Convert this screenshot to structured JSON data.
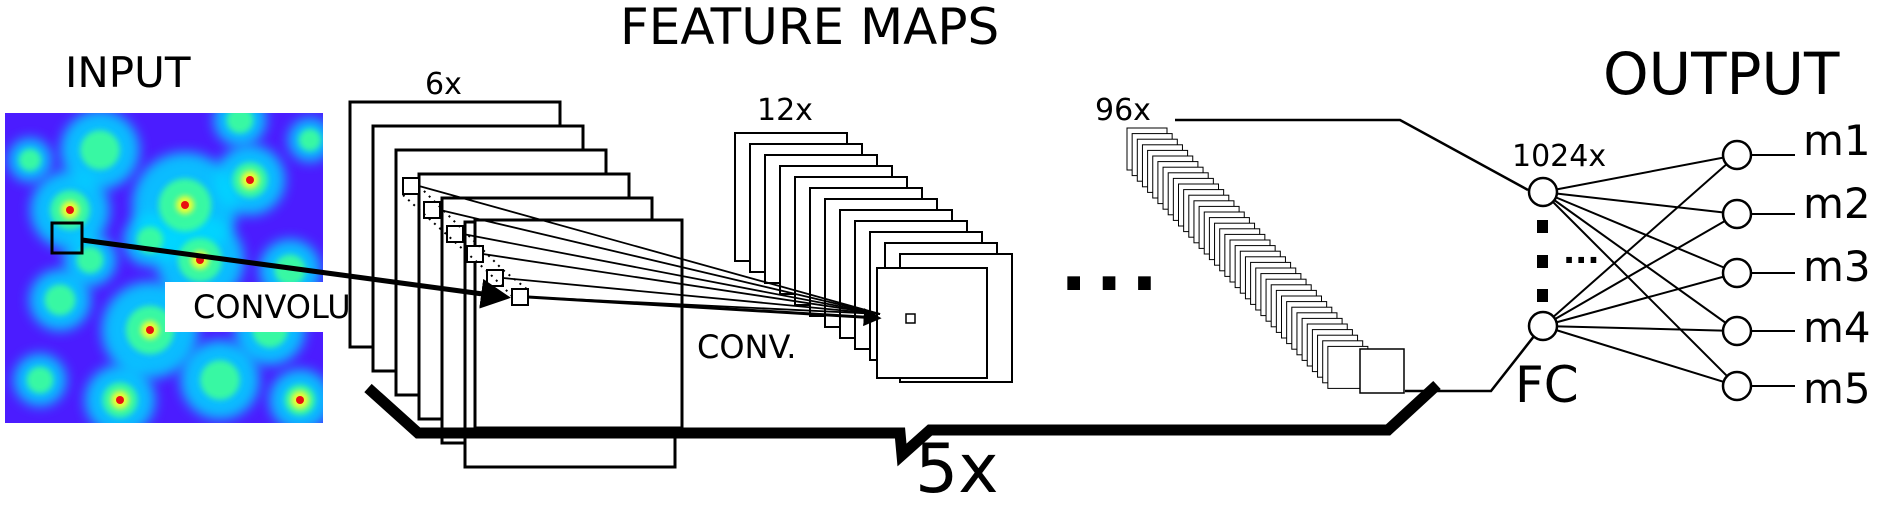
{
  "labels": {
    "input": "INPUT",
    "feature_maps": "FEATURE MAPS",
    "output": "OUTPUT",
    "convolution": "CONVOLUTION",
    "conv": "CONV.",
    "count_6": "6x",
    "count_12": "12x",
    "count_96": "96x",
    "count_1024": "1024x",
    "fc": "FC",
    "repeat": "5x",
    "ellipsis": "...",
    "hidden_dots": "···"
  },
  "outputs": [
    "m1",
    "m2",
    "m3",
    "m4",
    "m5"
  ],
  "colors": {
    "heatmap_base": "#4b1cff",
    "heatmap_cyan": "#00d8ff",
    "heatmap_green": "#3cff9a",
    "heatmap_yellow": "#f0ff30",
    "heatmap_red": "#e81010",
    "ink": "#000000"
  }
}
